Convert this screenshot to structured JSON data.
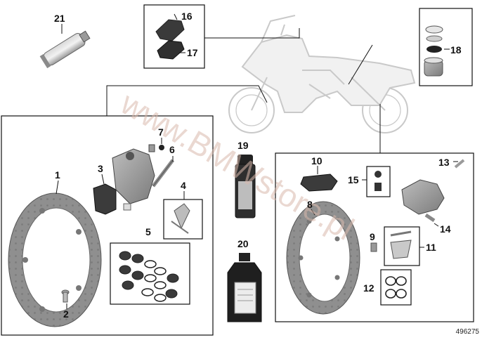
{
  "diagram": {
    "reference_number": "496275",
    "watermark": "www.BMWstore.pl",
    "callouts": {
      "c1": "1",
      "c2": "2",
      "c3": "3",
      "c4": "4",
      "c5": "5",
      "c6": "6",
      "c7": "7",
      "c8": "8",
      "c9": "9",
      "c10": "10",
      "c11": "11",
      "c12": "12",
      "c13": "13",
      "c14": "14",
      "c15": "15",
      "c16": "16",
      "c17": "17",
      "c18": "18",
      "c19": "19",
      "c20": "20",
      "c21": "21"
    }
  }
}
